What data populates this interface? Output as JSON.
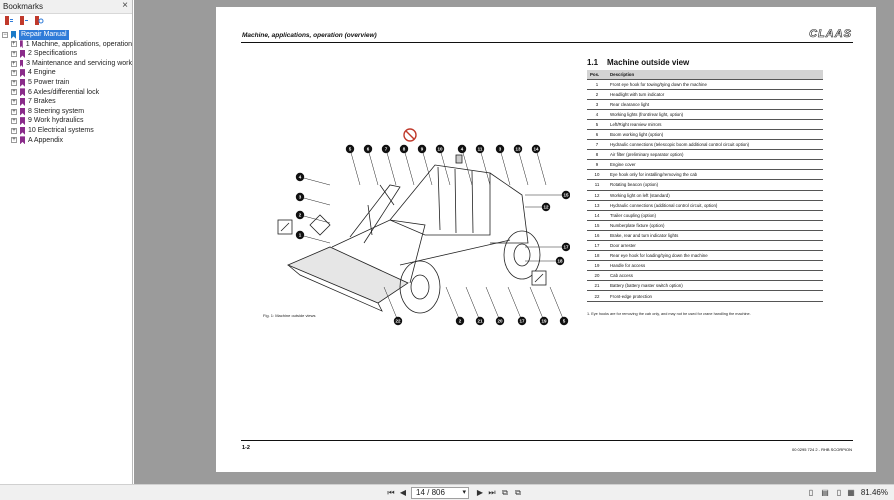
{
  "sidebar": {
    "title": "Bookmarks",
    "close": "×",
    "tree": [
      {
        "label": "Repair Manual",
        "selected": true
      },
      {
        "label": "1 Machine, applications, operation"
      },
      {
        "label": "2 Specifications"
      },
      {
        "label": "3 Maintenance and servicing work"
      },
      {
        "label": "4 Engine"
      },
      {
        "label": "5 Power train"
      },
      {
        "label": "6 Axles/differential lock"
      },
      {
        "label": "7 Brakes"
      },
      {
        "label": "8 Steering system"
      },
      {
        "label": "9 Work hydraulics"
      },
      {
        "label": "10 Electrical systems"
      },
      {
        "label": "A Appendix"
      }
    ]
  },
  "page": {
    "header_title": "Machine, applications, operation (overview)",
    "brand": "CLAAS",
    "section_number": "1.1",
    "section_title": "Machine outside view",
    "table_headers": {
      "pos": "Pos.",
      "desc": "Description"
    },
    "rows": [
      {
        "pos": "1",
        "desc": "Front eye hook for towing/tying down the machine"
      },
      {
        "pos": "2",
        "desc": "Headlight with turn indicator"
      },
      {
        "pos": "3",
        "desc": "Rear clearance light"
      },
      {
        "pos": "4",
        "desc": "Working lights (front/rear light, option)"
      },
      {
        "pos": "5",
        "desc": "Left/Right rearview mirrors"
      },
      {
        "pos": "6",
        "desc": "Boom working light (option)"
      },
      {
        "pos": "7",
        "desc": "Hydraulic connections (telescopic boom additional control circuit option)"
      },
      {
        "pos": "8",
        "desc": "Air filter (preliminary separator option)"
      },
      {
        "pos": "9",
        "desc": "Engine cover"
      },
      {
        "pos": "10",
        "desc": "Eye hook only for installing/removing the cab"
      },
      {
        "pos": "11",
        "desc": "Rotating beacon (option)"
      },
      {
        "pos": "12",
        "desc": "Working light on left (standard)"
      },
      {
        "pos": "13",
        "desc": "Hydraulic connections (additional control circuit, option)"
      },
      {
        "pos": "14",
        "desc": "Trailer coupling (option)"
      },
      {
        "pos": "15",
        "desc": "Numberplate fixture (option)"
      },
      {
        "pos": "16",
        "desc": "Brake, rear and turn indicator lights"
      },
      {
        "pos": "17",
        "desc": "Door arrester"
      },
      {
        "pos": "18",
        "desc": "Rear eye hook for loading/tying down the machine"
      },
      {
        "pos": "19",
        "desc": "Handle for access"
      },
      {
        "pos": "20",
        "desc": "Cab access"
      },
      {
        "pos": "21",
        "desc": "Battery (battery master switch option)"
      },
      {
        "pos": "22",
        "desc": "Front-edge protection"
      }
    ],
    "footnote": "1.   Eye hooks are for removing the cab only, and may not be used for crane handling the machine.",
    "figure_caption": "Fig. 1:     Machine outside views",
    "callouts_top": [
      "5",
      "6",
      "7",
      "8",
      "9",
      "10",
      "4",
      "11",
      "3",
      "13",
      "14"
    ],
    "callouts_left": [
      "4",
      "3",
      "2",
      "1"
    ],
    "callouts_right": [
      "15",
      "12",
      "17",
      "18"
    ],
    "callouts_bottom": [
      "22",
      "2",
      "21",
      "20",
      "17",
      "19",
      "5"
    ],
    "page_number": "1-2",
    "doc_ref": "00 0295 724 2 - RHB SCORPION"
  },
  "statusbar": {
    "page_field": "14 / 806",
    "zoom": "81.46%"
  }
}
